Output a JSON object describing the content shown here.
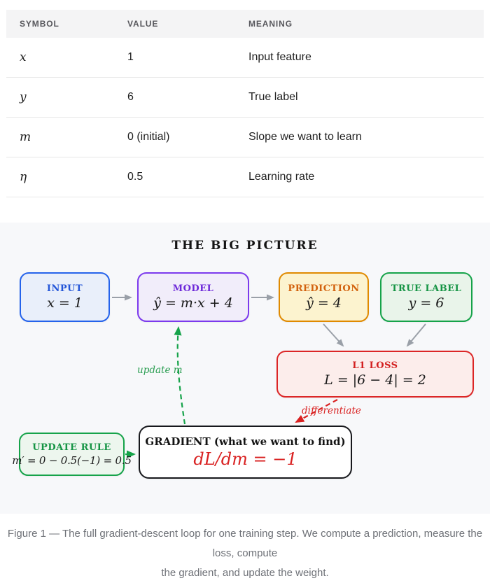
{
  "table": {
    "headers": [
      "SYMBOL",
      "VALUE",
      "MEANING"
    ],
    "rows": [
      {
        "symbol": "x",
        "value": "1",
        "meaning": "Input feature"
      },
      {
        "symbol": "y",
        "value": "6",
        "meaning": "True label"
      },
      {
        "symbol": "m",
        "value": "0 (initial)",
        "meaning": "Slope we want to learn"
      },
      {
        "symbol": "η",
        "value": "0.5",
        "meaning": "Learning rate"
      }
    ]
  },
  "figure": {
    "title": "THE BIG PICTURE",
    "boxes": {
      "input": {
        "title": "INPUT",
        "value": "x = 1"
      },
      "model": {
        "title": "MODEL",
        "value": "ŷ = m·x + 4"
      },
      "prediction": {
        "title": "PREDICTION",
        "value": "ŷ = 4"
      },
      "true_label": {
        "title": "TRUE LABEL",
        "value": "y = 6"
      },
      "loss": {
        "title": "L1 LOSS",
        "value": "L = |6 − 4| = 2"
      },
      "update_rule": {
        "title": "UPDATE RULE",
        "value": "m′ = 0 − 0.5(−1) = 0.5"
      },
      "gradient": {
        "title": "GRADIENT (what we want to find)",
        "value": "dL/dm = −1"
      }
    },
    "edge_labels": {
      "update": "update m",
      "differentiate": "differentiate"
    },
    "colors": {
      "panel_bg": "#f7f8fa",
      "input_border": "#2563eb",
      "model_border": "#7c3aed",
      "prediction_border": "#e08a00",
      "true_label_border": "#16a34a",
      "loss_border": "#dc2626",
      "update_rule_border": "#16a34a",
      "gradient_border": "#17181c",
      "gradient_value": "#d92121",
      "arrow_gray": "#9aa0a8",
      "arrow_green": "#16a34a",
      "arrow_red": "#d92121"
    }
  },
  "caption": {
    "line1": "Figure 1 — The full gradient-descent loop for one training step. We compute a prediction, measure the loss, compute",
    "line2": "the gradient, and update the weight."
  }
}
